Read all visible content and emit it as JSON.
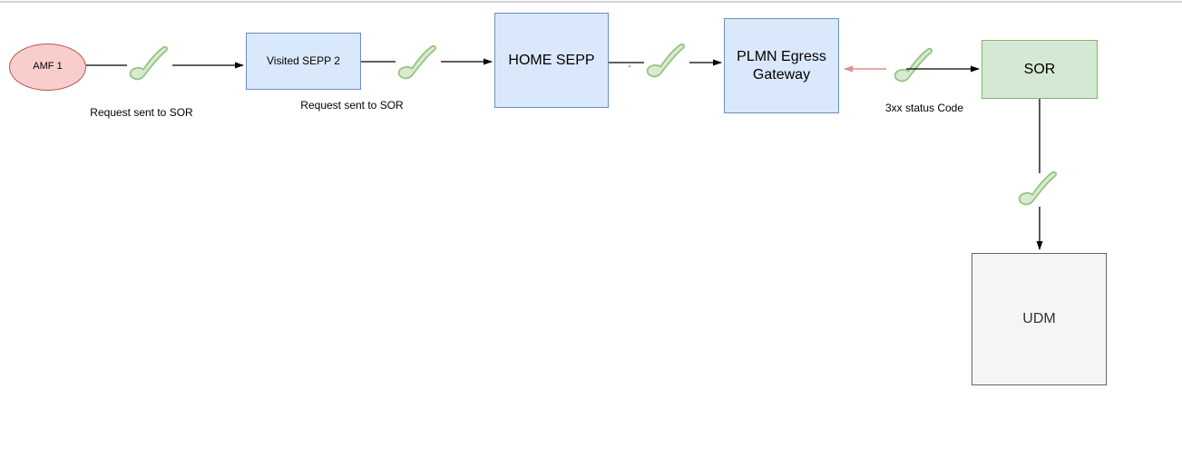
{
  "diagram_type": "flow-diagram",
  "colors": {
    "node_blue_fill": "#dae8fc",
    "node_blue_border": "#6c8ebf",
    "node_pink_fill": "#f8cecc",
    "node_pink_border": "#b85450",
    "node_green_fill": "#d5e8d4",
    "node_green_border": "#82b366",
    "node_gray_fill": "#f5f5f5",
    "node_gray_border": "#666666",
    "checkmark_fill": "#d9ead3",
    "checkmark_stroke": "#93c47d",
    "arrow_black": "#000000",
    "arrow_red": "#df8d8d",
    "top_divider": "#d2d2d2"
  },
  "nodes": [
    {
      "id": "amf-1",
      "label": "AMF 1",
      "shape": "ellipse",
      "color": "pink"
    },
    {
      "id": "visited-sepp-2",
      "label": "Visited SEPP 2",
      "shape": "rectangle",
      "color": "blue"
    },
    {
      "id": "home-sepp",
      "label": "HOME SEPP",
      "shape": "rectangle",
      "color": "blue"
    },
    {
      "id": "plmn-egress-gateway",
      "label": "PLMN Egress Gateway",
      "shape": "rectangle",
      "color": "blue"
    },
    {
      "id": "sor",
      "label": "SOR",
      "shape": "rectangle",
      "color": "green"
    },
    {
      "id": "udm",
      "label": "UDM",
      "shape": "rectangle",
      "color": "gray"
    }
  ],
  "edge_labels": [
    {
      "id": "label-amf-request",
      "text": "Request sent to SOR"
    },
    {
      "id": "label-visited-request",
      "text": "Request sent to SOR"
    },
    {
      "id": "label-3xx-status",
      "text": "3xx status Code"
    }
  ],
  "connections": [
    {
      "from": "amf-1",
      "to": "visited-sepp-2",
      "direction": "right",
      "color": "black",
      "check_icon": true,
      "label": "Request sent to SOR"
    },
    {
      "from": "visited-sepp-2",
      "to": "home-sepp",
      "direction": "right",
      "color": "black",
      "check_icon": true,
      "label": "Request sent to SOR"
    },
    {
      "from": "home-sepp",
      "to": "plmn-egress-gateway",
      "direction": "right",
      "color": "black",
      "check_icon": true,
      "label": ""
    },
    {
      "from": "sor",
      "to": "plmn-egress-gateway",
      "direction": "left",
      "color": "red",
      "check_icon": false,
      "label": "3xx status Code"
    },
    {
      "from": "plmn-egress-gateway",
      "to": "sor",
      "direction": "right",
      "color": "black",
      "check_icon": true,
      "label": ""
    },
    {
      "from": "sor",
      "to": "udm",
      "direction": "down",
      "color": "black",
      "check_icon": true,
      "label": ""
    }
  ],
  "icons": {
    "checkmark": "green-checkmark",
    "checkmark_count": 5
  }
}
